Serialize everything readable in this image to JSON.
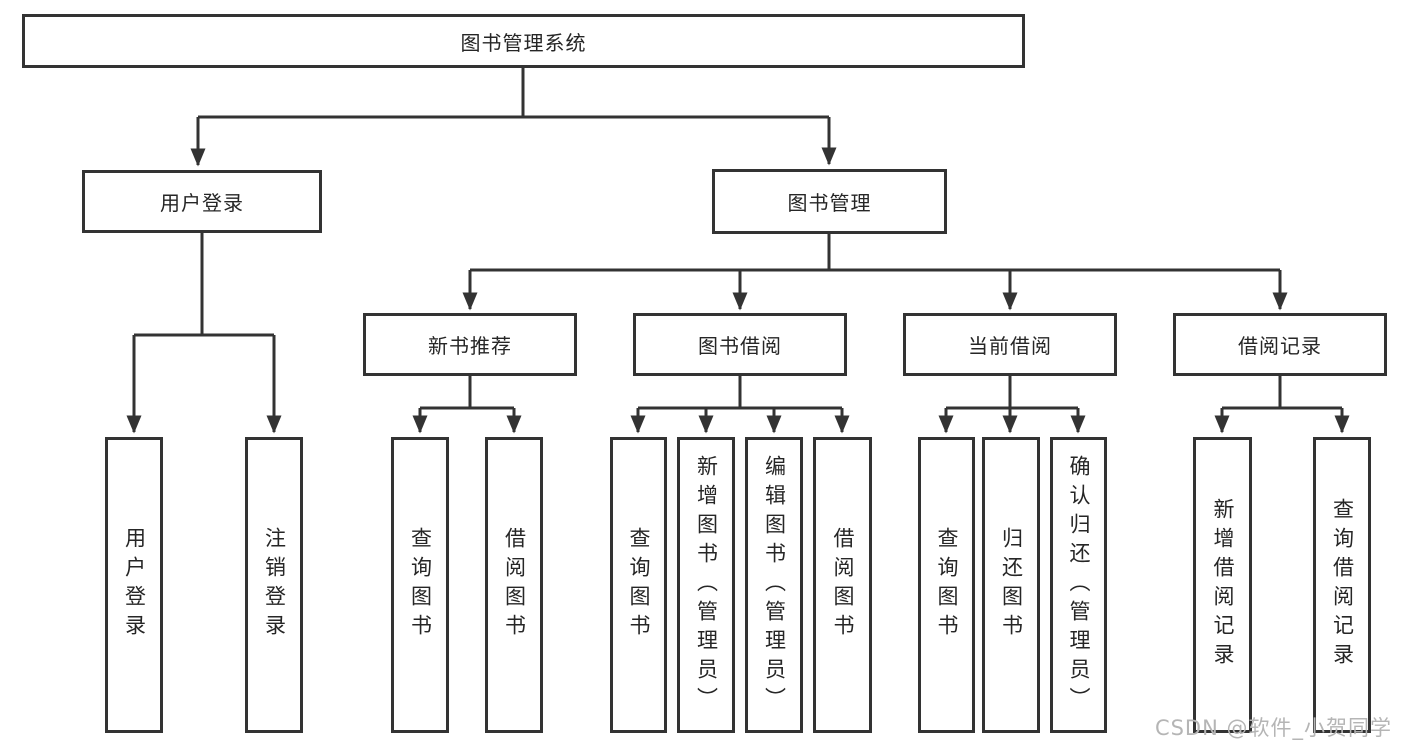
{
  "diagram": {
    "root": {
      "label": "图书管理系统"
    },
    "branches": [
      {
        "label": "用户登录",
        "children": [
          {
            "label": "用户登录"
          },
          {
            "label": "注销登录"
          }
        ]
      },
      {
        "label": "图书管理",
        "children": [
          {
            "label": "新书推荐",
            "children": [
              {
                "label": "查询图书"
              },
              {
                "label": "借阅图书"
              }
            ]
          },
          {
            "label": "图书借阅",
            "children": [
              {
                "label": "查询图书"
              },
              {
                "label": "新增图书（管理员）"
              },
              {
                "label": "编辑图书（管理员）"
              },
              {
                "label": "借阅图书"
              }
            ]
          },
          {
            "label": "当前借阅",
            "children": [
              {
                "label": "查询图书"
              },
              {
                "label": "归还图书"
              },
              {
                "label": "确认归还（管理员）"
              }
            ]
          },
          {
            "label": "借阅记录",
            "children": [
              {
                "label": "新增借阅记录"
              },
              {
                "label": "查询借阅记录"
              }
            ]
          }
        ]
      }
    ],
    "line_color": "#333333"
  },
  "watermark": {
    "text": "CSDN @软件_小贺同学",
    "color": "#b5b5b5"
  }
}
